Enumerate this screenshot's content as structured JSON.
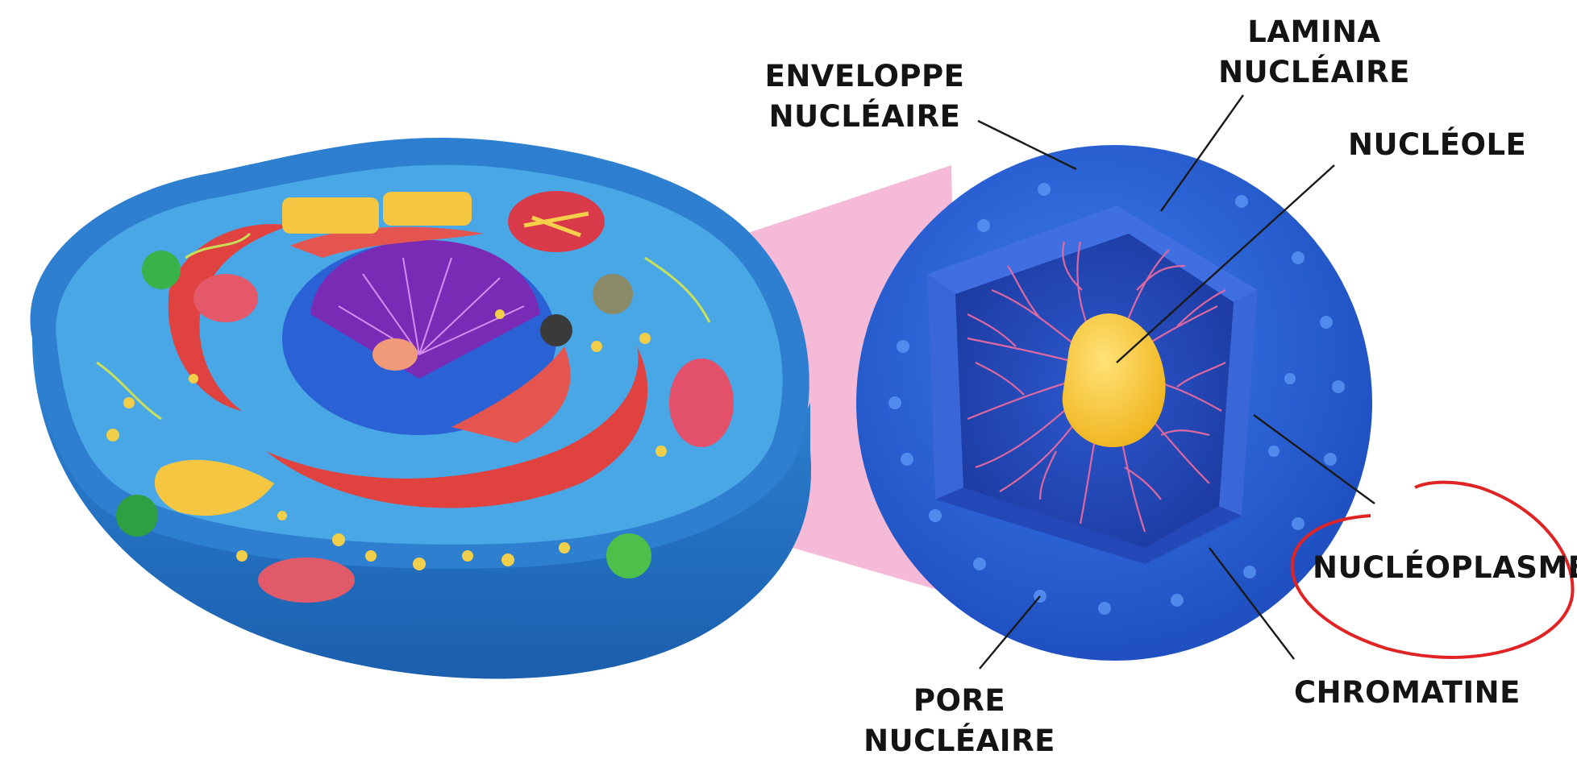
{
  "labels": {
    "enveloppe": [
      "ENVELOPPE",
      "NUCLÉAIRE"
    ],
    "lamina": [
      "LAMINA",
      "NUCLÉAIRE"
    ],
    "nucleole": "NUCLÉOLE",
    "nucleoplasme": "NUCLÉOPLASME",
    "chromatine": "CHROMATINE",
    "pore": [
      "PORE",
      "NUCLÉAIRE"
    ]
  },
  "colors": {
    "cell_membrane": "#2f7fd0",
    "cytoplasm": "#4aa7e6",
    "nucleus_shell": "#2a62d6",
    "nucleus_inner": "#2448b8",
    "nucleolus": "#f6c431",
    "chromatin": "#e86aa0",
    "endoplasmic_reticulum": "#e0423f",
    "golgi": "#f5c642",
    "mitochondria": "#d83a4a",
    "zoom_cone": "#f4a9cf",
    "highlight_circle": "#e02424"
  }
}
